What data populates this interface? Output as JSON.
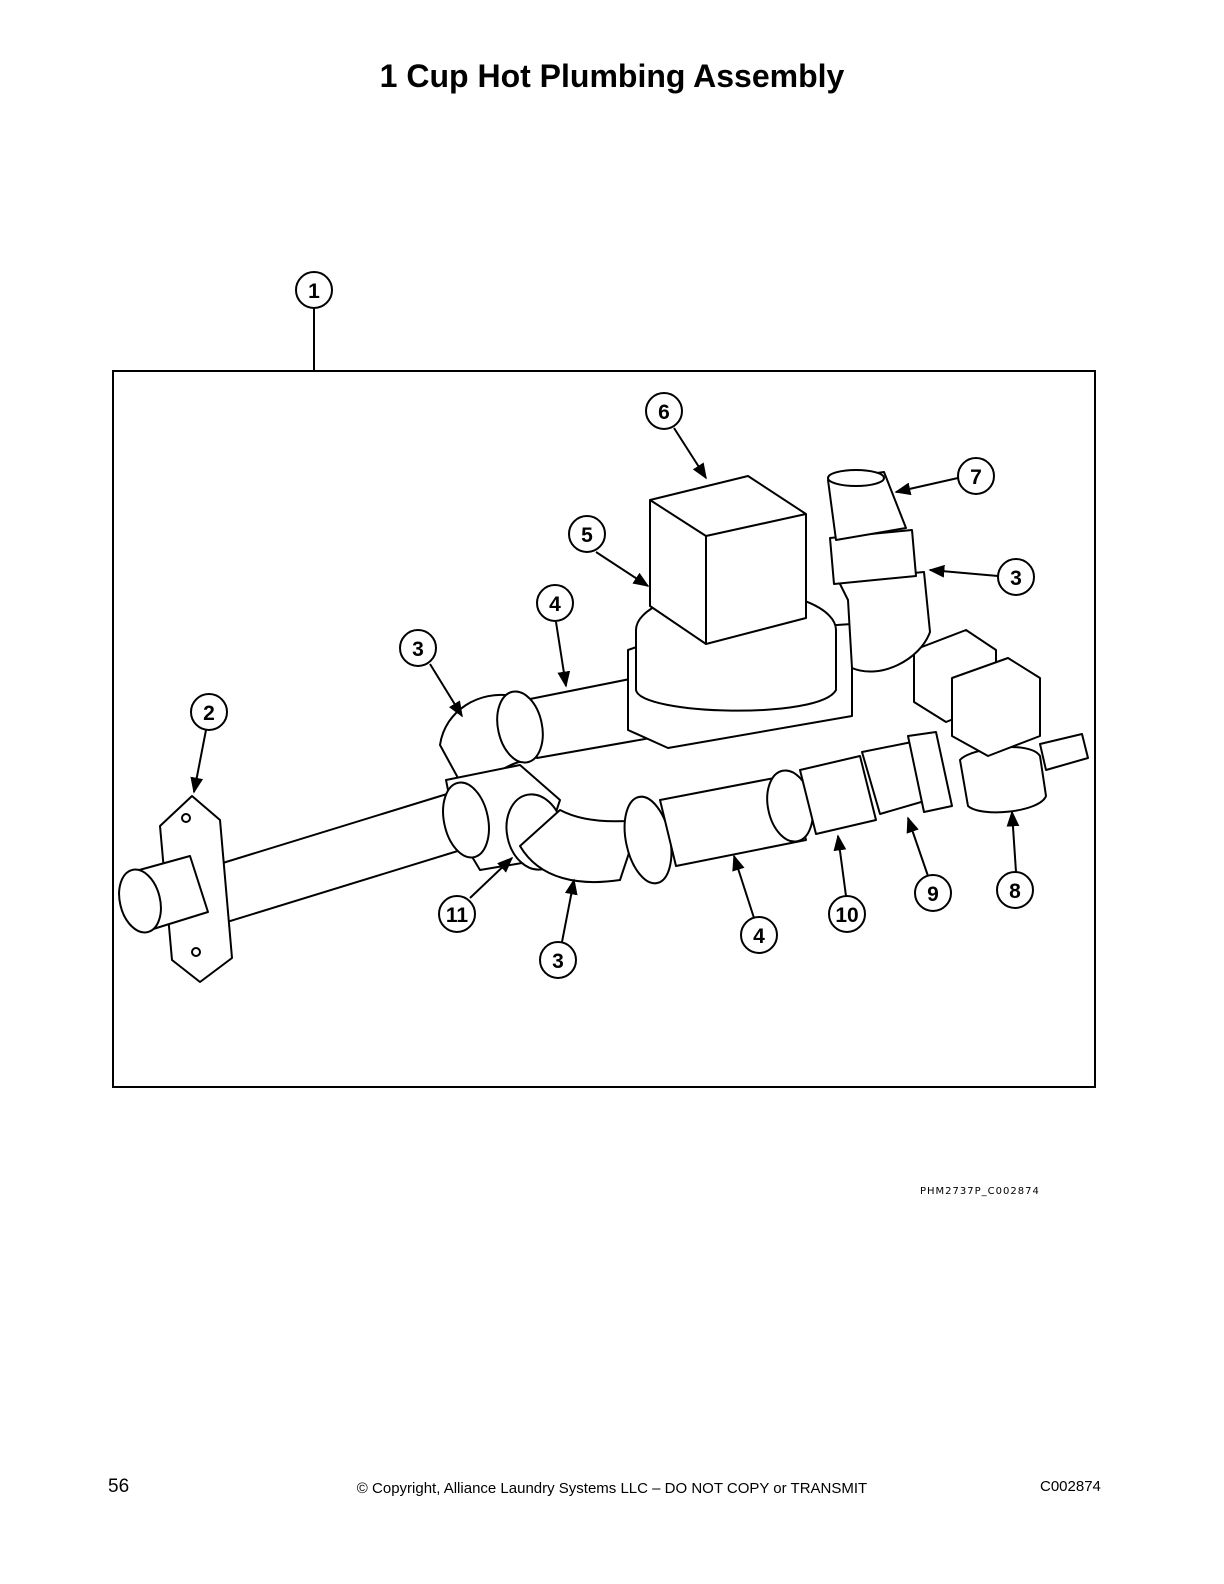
{
  "page": {
    "title": "1 Cup Hot Plumbing Assembly",
    "figure_code": "PHM2737P_C002874",
    "page_number": "56",
    "copyright": "© Copyright, Alliance Laundry Systems LLC – DO NOT COPY or TRANSMIT",
    "doc_code": "C002874"
  },
  "callouts": [
    {
      "id": "c1",
      "label": "1"
    },
    {
      "id": "c2",
      "label": "2"
    },
    {
      "id": "c3a",
      "label": "3"
    },
    {
      "id": "c3b",
      "label": "3"
    },
    {
      "id": "c3c",
      "label": "3"
    },
    {
      "id": "c4a",
      "label": "4"
    },
    {
      "id": "c4b",
      "label": "4"
    },
    {
      "id": "c5",
      "label": "5"
    },
    {
      "id": "c6",
      "label": "6"
    },
    {
      "id": "c7",
      "label": "7"
    },
    {
      "id": "c8",
      "label": "8"
    },
    {
      "id": "c9",
      "label": "9"
    },
    {
      "id": "c10",
      "label": "10"
    },
    {
      "id": "c11",
      "label": "11"
    }
  ]
}
